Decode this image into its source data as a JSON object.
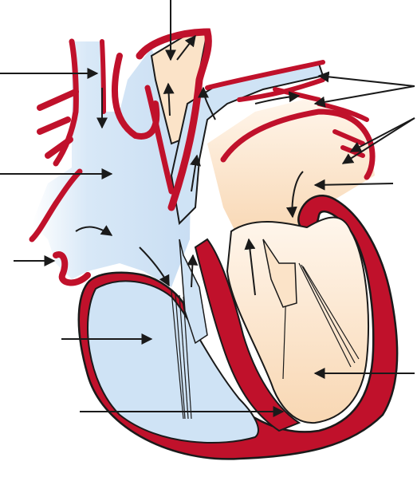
{
  "diagram": {
    "subject": "heart-cross-section",
    "labels_present": false,
    "colors": {
      "wall_red": "#c0112b",
      "wall_outline": "#1a1a1a",
      "deoxygenated_blue": "#cfe3f5",
      "oxygenated_peach": "#fbe0c3",
      "arrow": "#1a1a1a",
      "background": "#ffffff"
    },
    "pointer_lines": [
      {
        "name": "superior-vena-cava-pointer"
      },
      {
        "name": "right-atrium-pointer"
      },
      {
        "name": "inferior-vena-cava-pointer"
      },
      {
        "name": "right-ventricle-pointer"
      },
      {
        "name": "septum-pointer"
      },
      {
        "name": "aorta-pointer"
      },
      {
        "name": "pulmonary-artery-pointer"
      },
      {
        "name": "pulmonary-veins-pointer"
      },
      {
        "name": "left-atrium-pointer"
      },
      {
        "name": "left-ventricle-pointer"
      }
    ]
  }
}
